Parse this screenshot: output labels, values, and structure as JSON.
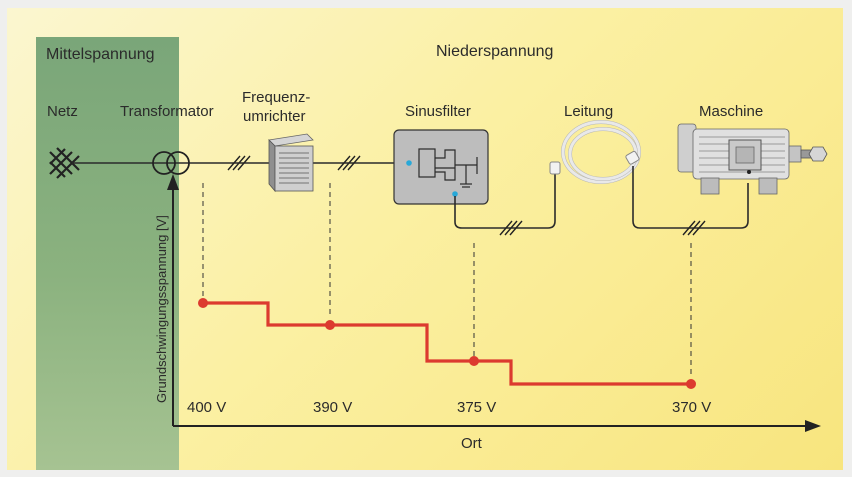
{
  "zones": {
    "medium_voltage": "Mittelspannung",
    "low_voltage": "Niederspannung"
  },
  "components": {
    "netz": "Netz",
    "transformator": "Transformator",
    "frequenz_line1": "Frequenz-",
    "frequenz_line2": "umrichter",
    "sinusfilter": "Sinusfilter",
    "leitung": "Leitung",
    "maschine": "Maschine"
  },
  "axes": {
    "y_label": "Grundschwingungsspannung [V]",
    "x_label": "Ort"
  },
  "voltages": [
    "400 V",
    "390 V",
    "375 V",
    "370 V"
  ],
  "colors": {
    "medium_voltage_zone": "#8bb27f",
    "low_voltage_zone": "#fbeea0",
    "voltage_line": "#dc3a2f",
    "wire": "#2b2b2b",
    "filter_box": "#bdbdbd",
    "accent_node": "#28a8d8"
  }
}
